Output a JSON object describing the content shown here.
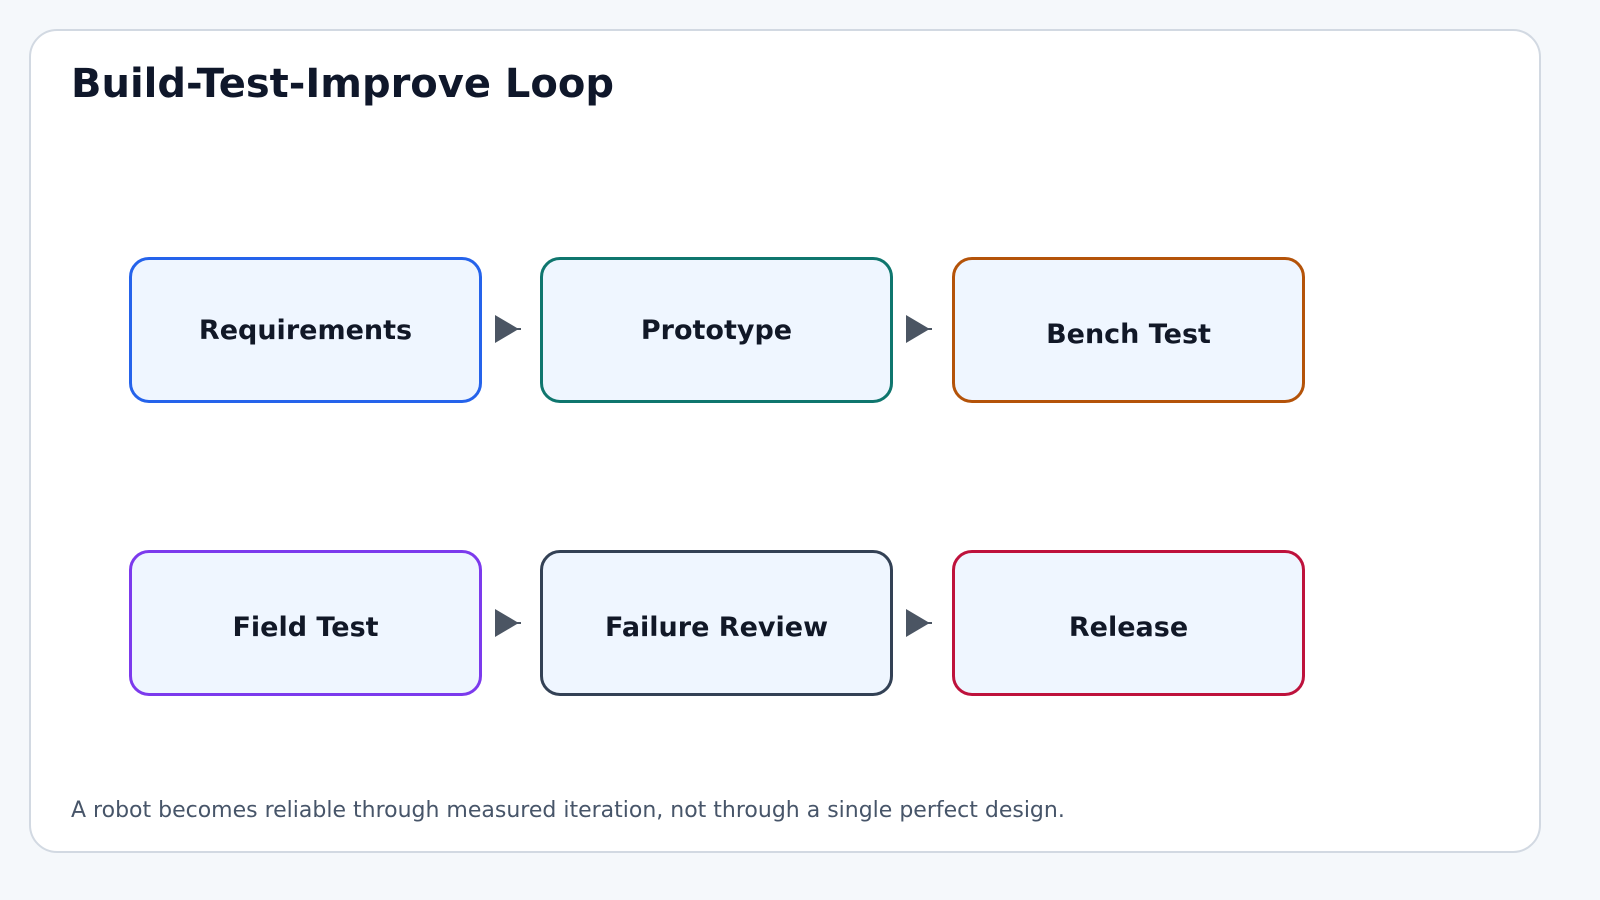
{
  "title": "Build-Test-Improve Loop",
  "caption": "A robot becomes reliable through measured iteration, not through a single perfect design.",
  "stages": [
    {
      "label": "Requirements",
      "color": "#2563eb"
    },
    {
      "label": "Prototype",
      "color": "#0f766e"
    },
    {
      "label": "Bench Test",
      "color": "#b45309"
    },
    {
      "label": "Field Test",
      "color": "#7c3aed"
    },
    {
      "label": "Failure Review",
      "color": "#334155"
    },
    {
      "label": "Release",
      "color": "#be123c"
    }
  ],
  "colors": {
    "stage_fill": "#eff6ff",
    "arrow": "#4b5563",
    "title": "#0f172a",
    "caption": "#475569"
  }
}
